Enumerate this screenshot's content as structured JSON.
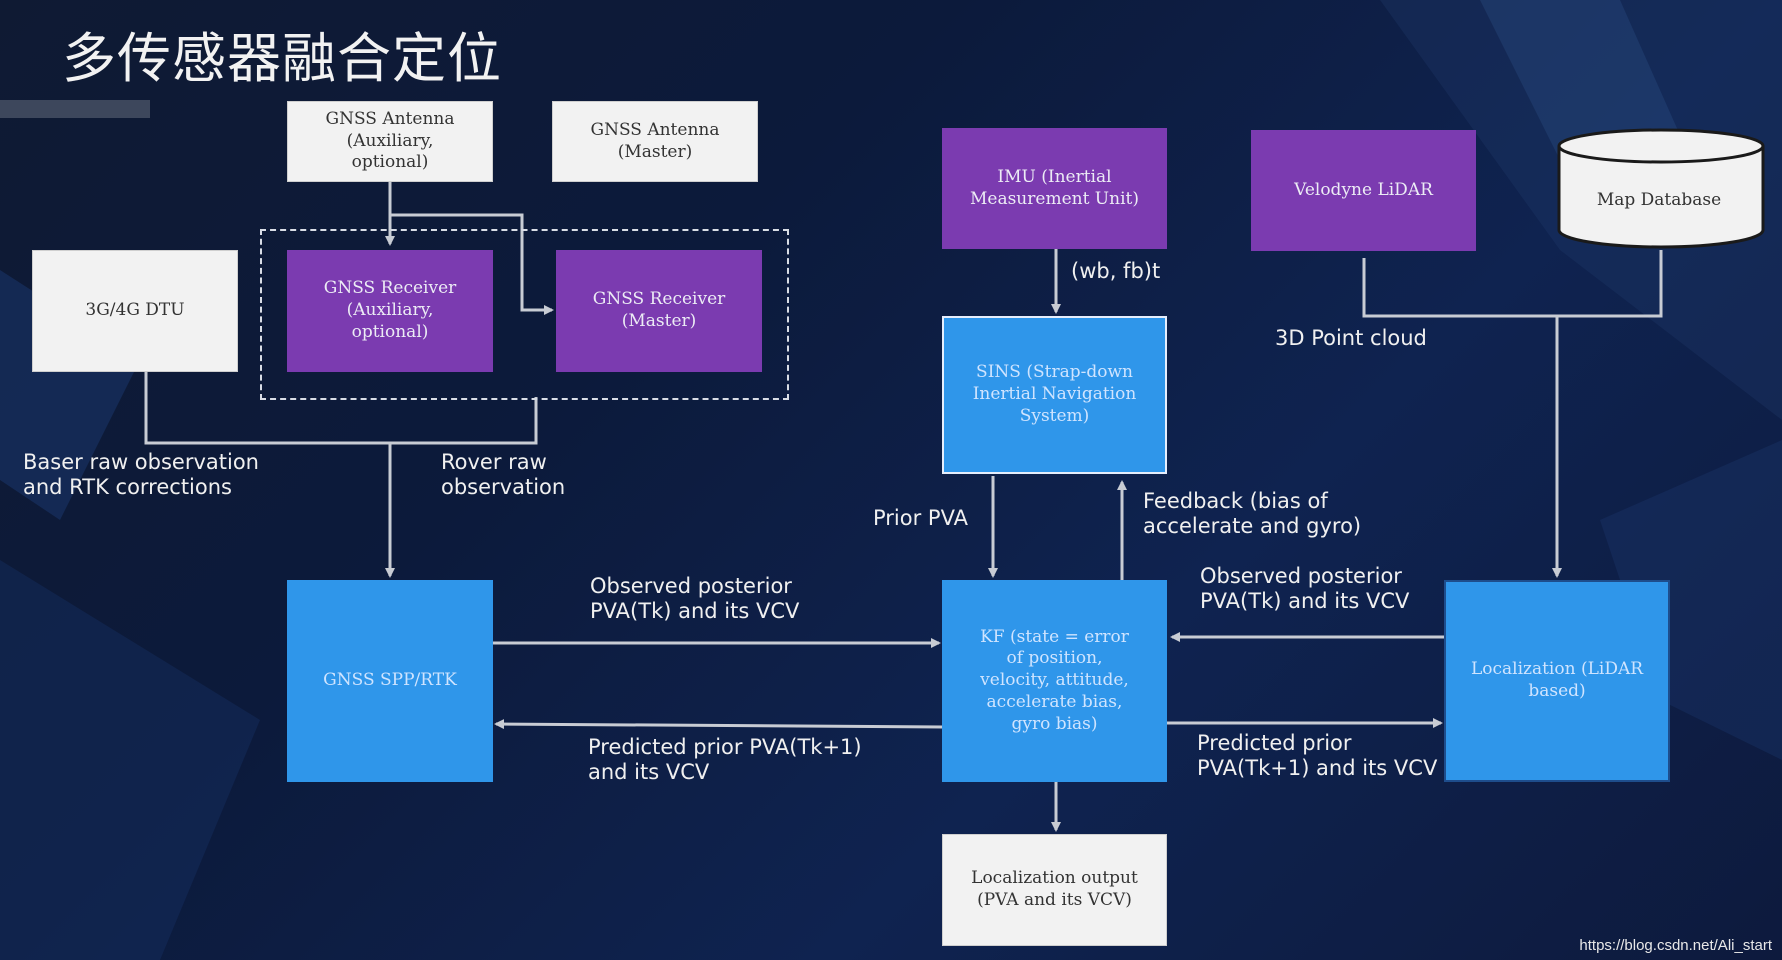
{
  "title": "多传感器融合定位",
  "nodes": {
    "gnss_antenna_aux": "GNSS Antenna\n(Auxiliary,\noptional)",
    "gnss_antenna_master": "GNSS Antenna\n(Master)",
    "imu": "IMU (Inertial\nMeasurement Unit)",
    "velodyne": "Velodyne LiDAR",
    "map_database": "Map Database",
    "dtu": "3G/4G DTU",
    "gnss_receiver_aux": "GNSS Receiver\n(Auxiliary,\noptional)",
    "gnss_receiver_master": "GNSS Receiver\n(Master)",
    "sins": "SINS (Strap-down\nInertial Navigation\nSystem)",
    "gnss_spp_rtk": "GNSS SPP/RTK",
    "kf": "KF (state = error\nof position,\nvelocity, attitude,\naccelerate bias,\ngyro bias)",
    "loc_lidar": "Localization (LiDAR\nbased)",
    "loc_output": "Localization output\n(PVA and its VCV)"
  },
  "labels": {
    "wb_fb": "(wb, fb)t",
    "point_cloud": "3D Point cloud",
    "base_raw": "Baser raw observation\nand RTK corrections",
    "rover_raw": "Rover raw\nobservation",
    "prior_pva": "Prior PVA",
    "feedback": "Feedback (bias of\naccelerate and gyro)",
    "obs_post_left": "Observed posterior\nPVA(Tk) and its VCV",
    "pred_prior_left": "Predicted prior PVA(Tk+1)\nand its VCV",
    "obs_post_right": "Observed posterior\nPVA(Tk) and its VCV",
    "pred_prior_right": "Predicted prior\nPVA(Tk+1) and its VCV"
  },
  "watermark": "https://blog.csdn.net/Ali_start",
  "colors": {
    "background": "#0d1a3b",
    "white_box": "#f2f2f2",
    "purple_box": "#7b3bb0",
    "blue_box": "#2f96ea",
    "connector": "#c8ccd4"
  }
}
